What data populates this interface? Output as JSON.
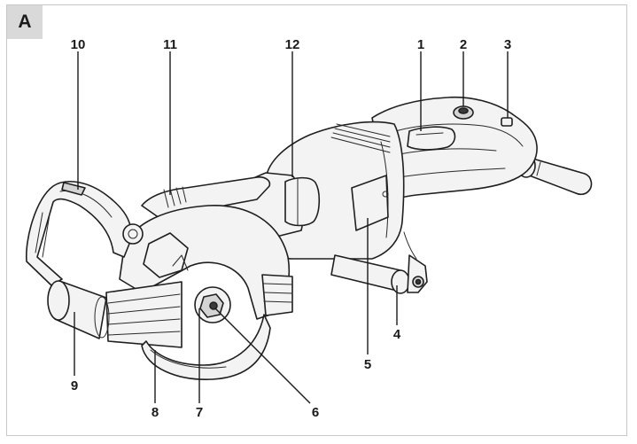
{
  "panel_label": "A",
  "callouts": [
    {
      "id": "c1",
      "label": "1"
    },
    {
      "id": "c2",
      "label": "2"
    },
    {
      "id": "c3",
      "label": "3"
    },
    {
      "id": "c4",
      "label": "4"
    },
    {
      "id": "c5",
      "label": "5"
    },
    {
      "id": "c6",
      "label": "6"
    },
    {
      "id": "c7",
      "label": "7"
    },
    {
      "id": "c8",
      "label": "8"
    },
    {
      "id": "c9",
      "label": "9"
    },
    {
      "id": "c10",
      "label": "10"
    },
    {
      "id": "c11",
      "label": "11"
    },
    {
      "id": "c12",
      "label": "12"
    }
  ]
}
